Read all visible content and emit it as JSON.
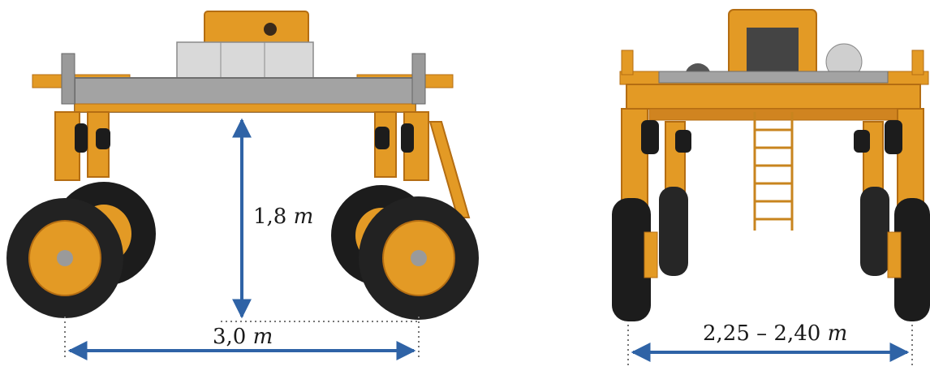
{
  "figure": {
    "side_view": {
      "height_label": {
        "value": "1,8",
        "unit": "m"
      },
      "track_width_label": {
        "value": "3,0",
        "unit": "m"
      }
    },
    "front_view": {
      "width_label": {
        "value": "2,25 – 2,40",
        "unit": "m"
      }
    }
  },
  "colors": {
    "frame": "#e39a25",
    "frame_dark": "#b46d12",
    "deck": "#9a9a9a",
    "tire": "#1c1c1c",
    "rim": "#e39a25",
    "arrow": "#2f63a6",
    "dotted": "#777777"
  }
}
